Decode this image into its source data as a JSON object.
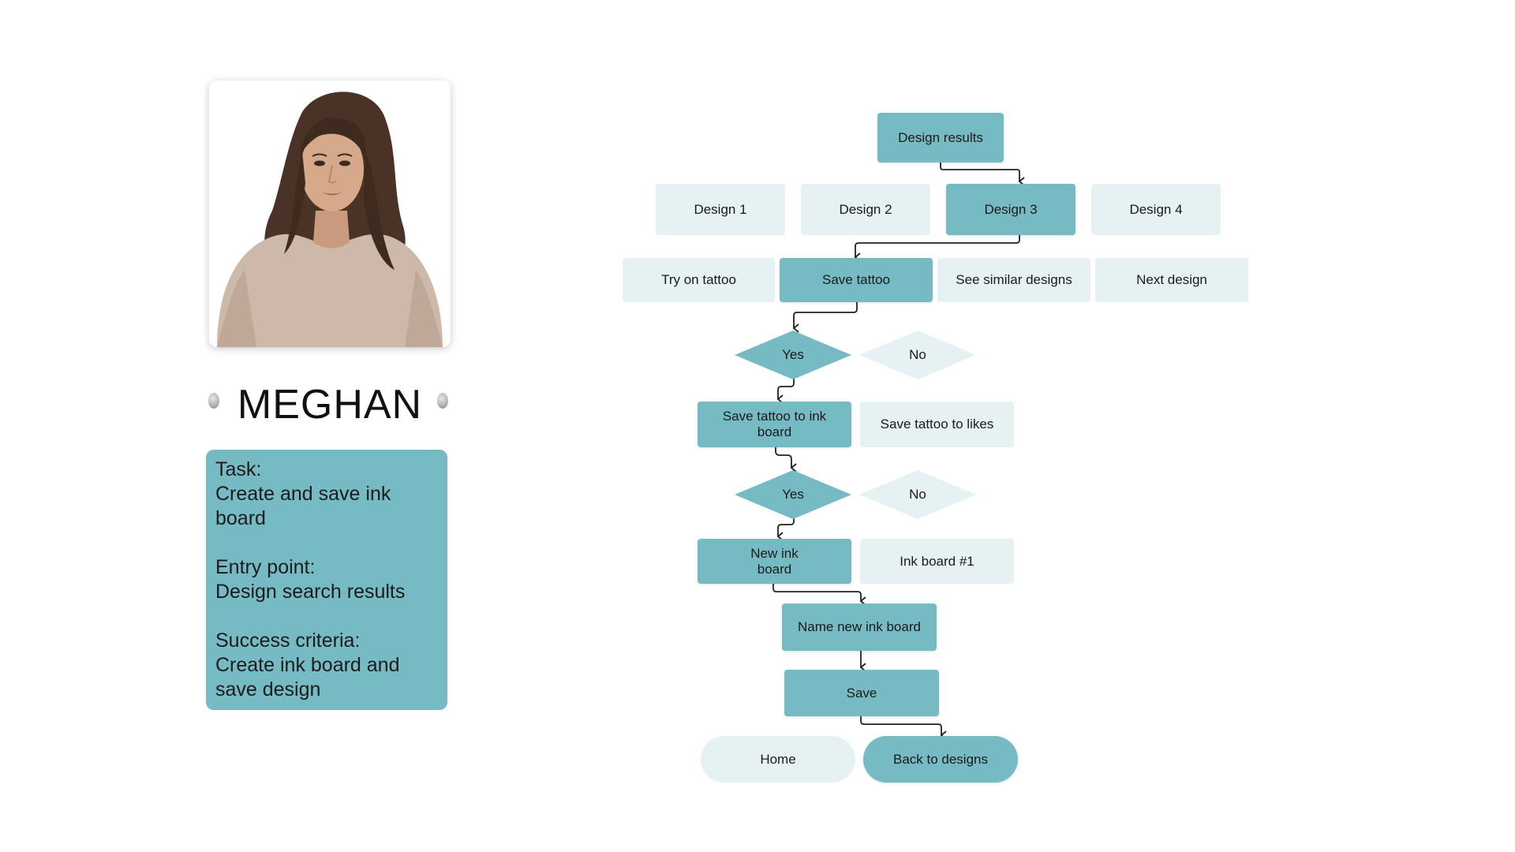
{
  "persona": {
    "name": "MEGHAN",
    "task": {
      "task_label": "Task:",
      "task_value": "Create and save ink board",
      "entry_label": "Entry point:",
      "entry_value": "Design search results",
      "success_label": "Success criteria:",
      "success_value": "Create ink board and save design"
    }
  },
  "flow": {
    "design_results": "Design results",
    "designs": [
      "Design 1",
      "Design 2",
      "Design 3",
      "Design 4"
    ],
    "actions": [
      "Try on tattoo",
      "Save tattoo",
      "See similar designs",
      "Next design"
    ],
    "decision1": {
      "yes": "Yes",
      "no": "No"
    },
    "save_options": {
      "ink_board": "Save tattoo to ink board",
      "likes": "Save tattoo to likes"
    },
    "decision2": {
      "yes": "Yes",
      "no": "No"
    },
    "boards": {
      "new": "New ink board",
      "existing": "Ink board #1"
    },
    "name_board": "Name new ink board",
    "save": "Save",
    "home": "Home",
    "back": "Back to designs"
  },
  "colors": {
    "dark_node": "#76bac4",
    "light_node": "#e6f1f3",
    "connector": "#222222"
  }
}
